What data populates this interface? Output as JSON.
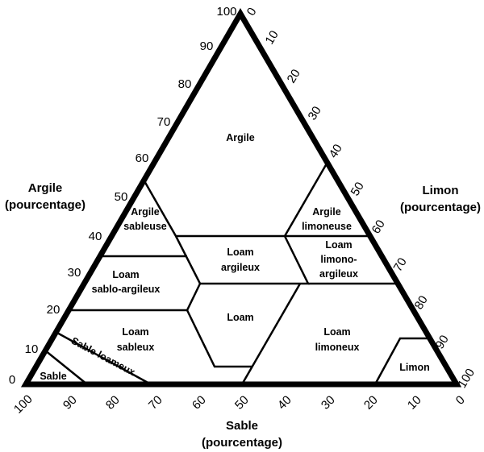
{
  "axes": {
    "clay": {
      "title": "Argile",
      "subtitle": "(pourcentage)",
      "ticks": [
        "0",
        "10",
        "20",
        "30",
        "40",
        "50",
        "60",
        "70",
        "80",
        "90",
        "100"
      ]
    },
    "silt": {
      "title": "Limon",
      "subtitle": "(pourcentage)",
      "ticks": [
        "0",
        "10",
        "20",
        "30",
        "40",
        "50",
        "60",
        "70",
        "80",
        "90",
        "100"
      ]
    },
    "sand": {
      "title": "Sable",
      "subtitle": "(pourcentage)",
      "ticks": [
        "100",
        "90",
        "80",
        "70",
        "60",
        "50",
        "40",
        "30",
        "20",
        "10",
        "0"
      ]
    }
  },
  "regions": {
    "argile": [
      "Argile"
    ],
    "argile_sableuse": [
      "Argile",
      "sableuse"
    ],
    "argile_limoneuse": [
      "Argile",
      "limoneuse"
    ],
    "loam_argileux": [
      "Loam",
      "argileux"
    ],
    "loam_limono_argileux": [
      "Loam",
      "limono-",
      "argileux"
    ],
    "loam_sablo_argileux": [
      "Loam",
      "sablo-argileux"
    ],
    "loam": [
      "Loam"
    ],
    "loam_sableux": [
      "Loam",
      "sableux"
    ],
    "loam_limoneux": [
      "Loam",
      "limoneux"
    ],
    "sable": [
      "Sable"
    ],
    "sable_loameux": [
      "Sable loameux"
    ],
    "limon": [
      "Limon"
    ]
  }
}
